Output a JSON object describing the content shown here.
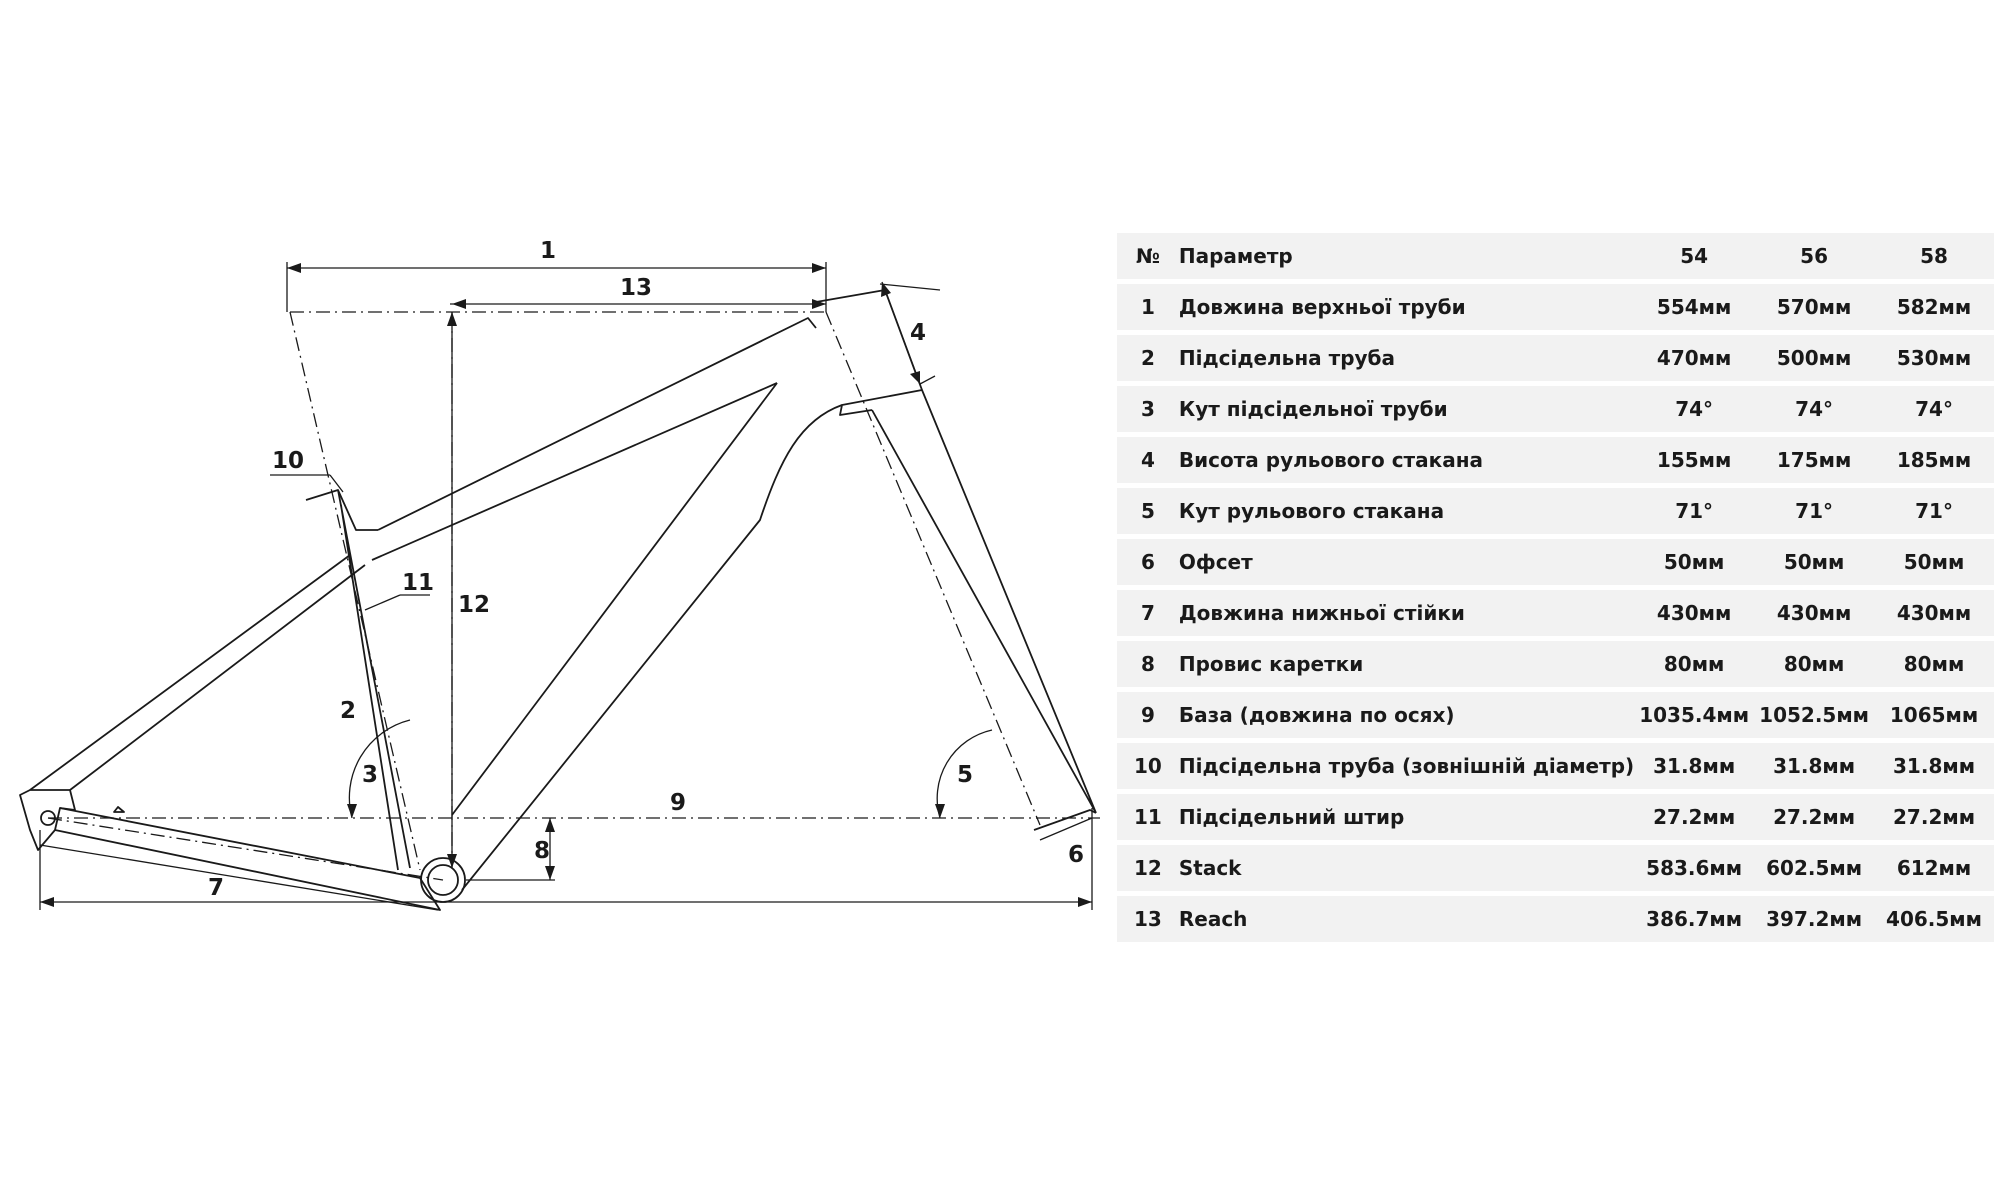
{
  "diagram": {
    "labels": [
      "1",
      "2",
      "3",
      "4",
      "5",
      "6",
      "7",
      "8",
      "9",
      "10",
      "11",
      "12",
      "13"
    ]
  },
  "table": {
    "headers": {
      "no": "№",
      "param": "Параметр",
      "sizes": [
        "54",
        "56",
        "58"
      ]
    },
    "rows": [
      {
        "no": "1",
        "param": "Довжина верхньої труби",
        "values": [
          "554мм",
          "570мм",
          "582мм"
        ]
      },
      {
        "no": "2",
        "param": "Підсідельна труба",
        "values": [
          "470мм",
          "500мм",
          "530мм"
        ]
      },
      {
        "no": "3",
        "param": "Кут підсідельної труби",
        "values": [
          "74°",
          "74°",
          "74°"
        ]
      },
      {
        "no": "4",
        "param": "Висота рульового стакана",
        "values": [
          "155мм",
          "175мм",
          "185мм"
        ]
      },
      {
        "no": "5",
        "param": "Кут рульового стакана",
        "values": [
          "71°",
          "71°",
          "71°"
        ]
      },
      {
        "no": "6",
        "param": "Офсет",
        "values": [
          "50мм",
          "50мм",
          "50мм"
        ]
      },
      {
        "no": "7",
        "param": "Довжина нижньої стійки",
        "values": [
          "430мм",
          "430мм",
          "430мм"
        ]
      },
      {
        "no": "8",
        "param": "Провис каретки",
        "values": [
          "80мм",
          "80мм",
          "80мм"
        ]
      },
      {
        "no": "9",
        "param": "База (довжина по осях)",
        "values": [
          "1035.4мм",
          "1052.5мм",
          "1065мм"
        ]
      },
      {
        "no": "10",
        "param": "Підсідельна труба (зовнішній діаметр)",
        "values": [
          "31.8мм",
          "31.8мм",
          "31.8мм"
        ]
      },
      {
        "no": "11",
        "param": "Підсідельний штир",
        "values": [
          "27.2мм",
          "27.2мм",
          "27.2мм"
        ]
      },
      {
        "no": "12",
        "param": "Stack",
        "values": [
          "583.6мм",
          "602.5мм",
          "612мм"
        ]
      },
      {
        "no": "13",
        "param": "Reach",
        "values": [
          "386.7мм",
          "397.2мм",
          "406.5мм"
        ]
      }
    ]
  }
}
